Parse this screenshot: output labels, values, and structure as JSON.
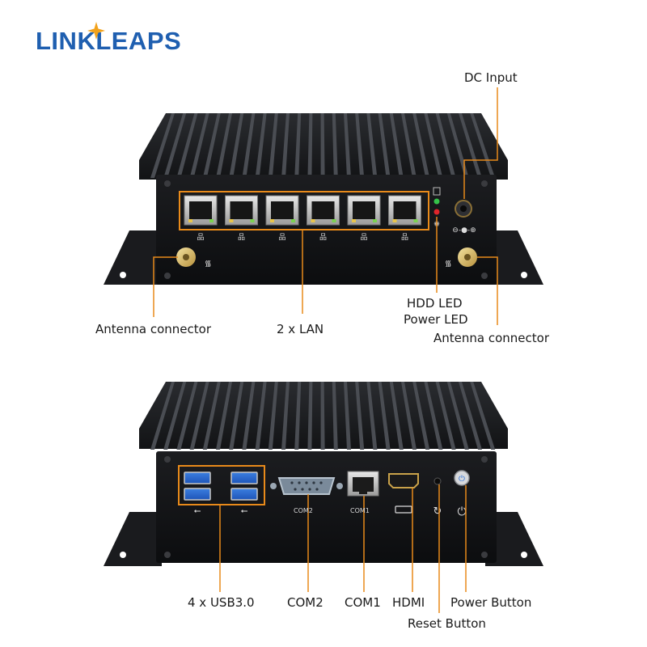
{
  "brand": {
    "name_left": "LIN",
    "name_k": "K",
    "name_right": "LEAPS",
    "color": "#1f5fb0",
    "star_color": "#f2a21b"
  },
  "accent_color": "#e88a1a",
  "front_panel": {
    "labels": {
      "dc_input": "DC Input",
      "antenna_left": "Antenna connector",
      "lan": "2 x LAN",
      "hdd_led": "HDD LED",
      "power_led": "Power LED",
      "antenna_right": "Antenna connector"
    },
    "lan_port_count": 6,
    "icons": [
      "ethernet-icon",
      "wifi-icon",
      "hdd-icon",
      "power-led-icon",
      "dc-polarity-icon"
    ]
  },
  "rear_panel": {
    "labels": {
      "usb": "4 x USB3.0",
      "com2": "COM2",
      "com1": "COM1",
      "hdmi": "HDMI",
      "power_button": "Power Button",
      "reset_button": "Reset Button"
    },
    "printed": {
      "com2": "COM2",
      "com1": "COM1"
    },
    "usb_port_count": 4,
    "icons": [
      "usb-icon",
      "hdmi-icon",
      "reset-icon",
      "power-icon"
    ]
  }
}
